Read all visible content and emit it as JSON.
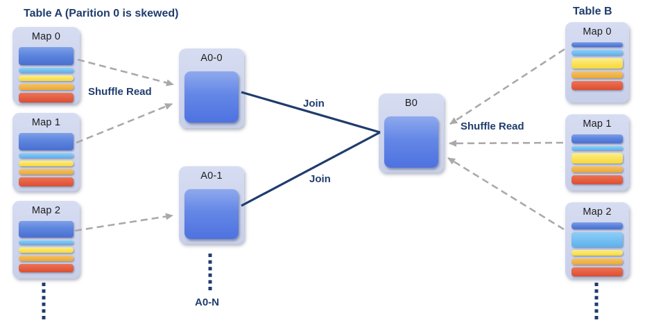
{
  "colors": {
    "navy": "#1f3c6d",
    "card_bg": "#cdd4ed",
    "arrow_gray": "#a9a9a9",
    "partition_blue": "#5b84dd",
    "partition_lightblue": "#6fbdf1",
    "partition_yellow": "#fbe14e",
    "partition_orange": "#eeb04a",
    "partition_red": "#e05a40",
    "reducer_block_blue": "#4e72e0"
  },
  "table_a": {
    "title": "Table A (Parition 0 is skewed)",
    "maps": [
      {
        "label": "Map 0",
        "stripes": [
          {
            "color": "blue",
            "height": 26
          },
          {
            "color": "lightblue",
            "height": 7
          },
          {
            "color": "yellow",
            "height": 8
          },
          {
            "color": "orange",
            "height": 9
          },
          {
            "color": "red",
            "height": 14
          }
        ]
      },
      {
        "label": "Map 1",
        "stripes": [
          {
            "color": "blue",
            "height": 25
          },
          {
            "color": "lightblue",
            "height": 7
          },
          {
            "color": "yellow",
            "height": 8
          },
          {
            "color": "orange",
            "height": 8
          },
          {
            "color": "red",
            "height": 13
          }
        ]
      },
      {
        "label": "Map 2",
        "stripes": [
          {
            "color": "blue",
            "height": 24
          },
          {
            "color": "lightblue",
            "height": 6
          },
          {
            "color": "yellow",
            "height": 8
          },
          {
            "color": "orange",
            "height": 8
          },
          {
            "color": "red",
            "height": 12
          }
        ]
      }
    ]
  },
  "table_b": {
    "title": "Table B",
    "maps": [
      {
        "label": "Map 0",
        "stripes": [
          {
            "color": "blue",
            "height": 7
          },
          {
            "color": "lightblue",
            "height": 8
          },
          {
            "color": "yellow",
            "height": 15
          },
          {
            "color": "orange",
            "height": 10
          },
          {
            "color": "red",
            "height": 13
          }
        ]
      },
      {
        "label": "Map 1",
        "stripes": [
          {
            "color": "blue",
            "height": 13
          },
          {
            "color": "lightblue",
            "height": 6
          },
          {
            "color": "yellow",
            "height": 15
          },
          {
            "color": "orange",
            "height": 9
          },
          {
            "color": "red",
            "height": 13
          }
        ]
      },
      {
        "label": "Map 2",
        "stripes": [
          {
            "color": "blue",
            "height": 10
          },
          {
            "color": "lightblue",
            "height": 22
          },
          {
            "color": "yellow",
            "height": 8
          },
          {
            "color": "orange",
            "height": 9
          },
          {
            "color": "red",
            "height": 13
          }
        ]
      }
    ]
  },
  "reducers": {
    "a0_0": "A0-0",
    "a0_1": "A0-1",
    "a0_n": "A0-N",
    "b0": "B0"
  },
  "labels": {
    "shuffle_read_left": "Shuffle Read",
    "shuffle_read_right": "Shuffle Read",
    "join_top": "Join",
    "join_bottom": "Join"
  }
}
